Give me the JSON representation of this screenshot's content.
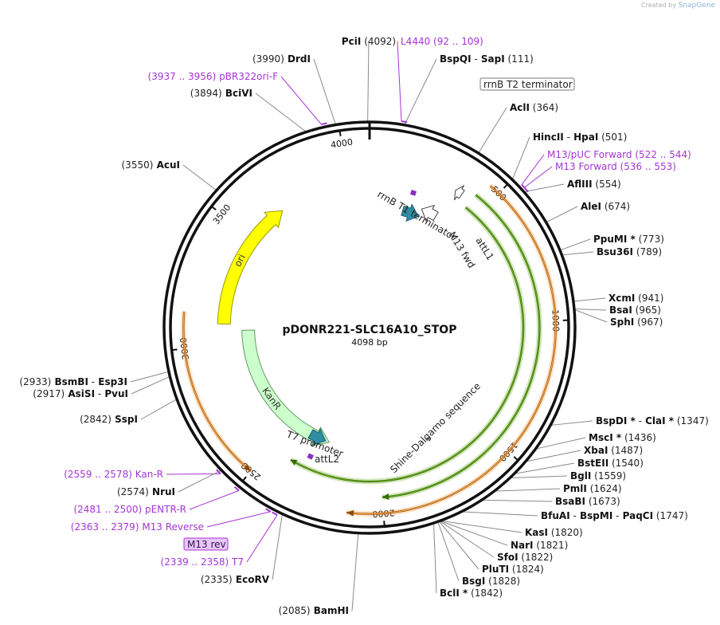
{
  "credit": {
    "prefix": "Created by",
    "brand": "SnapGene"
  },
  "plasmid": {
    "name": "pDONR221-SLC16A10_STOP",
    "size_label": "4098 bp",
    "length": 4098
  },
  "ticks": [
    {
      "pos": 500,
      "label": "500"
    },
    {
      "pos": 1000,
      "label": "1000"
    },
    {
      "pos": 1500,
      "label": "1500"
    },
    {
      "pos": 2000,
      "label": "2000"
    },
    {
      "pos": 2500,
      "label": "2500"
    },
    {
      "pos": 3000,
      "label": "3000"
    },
    {
      "pos": 3500,
      "label": "3500"
    },
    {
      "pos": 4000,
      "label": "4000"
    }
  ],
  "features": [
    {
      "name": "ori",
      "start": 3090,
      "end": 3680,
      "strand": "+",
      "ring": 0.72,
      "color": "#ffff00",
      "stroke": "#999900"
    },
    {
      "name": "KanR",
      "start": 2270,
      "end": 3060,
      "strand": "-",
      "ring": 0.6,
      "color": "#ccffcc",
      "stroke": "#669966"
    },
    {
      "name": "attL1",
      "start": 180,
      "end": 270,
      "strand": "+",
      "ring": 0.6,
      "color": "#2f8ca3",
      "stroke": "#1f5f70"
    },
    {
      "name": "attL2",
      "start": 2290,
      "end": 2380,
      "strand": "-",
      "ring": 0.6,
      "color": "#2f8ca3",
      "stroke": "#1f5f70"
    },
    {
      "name": "rrnB T1 terminator",
      "start": 270,
      "end": 350,
      "strand": "-",
      "ring": 0.64,
      "color": "#ffffff",
      "stroke": "#444444"
    },
    {
      "name": "rrnB T2 terminator",
      "start": 365,
      "end": 395,
      "strand": "-",
      "ring": 0.8,
      "color": "#ffffff",
      "stroke": "#444444"
    }
  ],
  "orfs": [
    {
      "start": 440,
      "end": 2400,
      "strand": "+",
      "ring": 0.76,
      "color": "#6aaa1a"
    },
    {
      "start": 440,
      "end": 2000,
      "strand": "+",
      "ring": 0.84,
      "color": "#6aaa1a"
    },
    {
      "start": 460,
      "end": 2130,
      "strand": "+",
      "ring": 0.92,
      "color": "#ffa64d"
    },
    {
      "start": 2500,
      "end": 3130,
      "strand": "-",
      "ring": 0.92,
      "color": "#ffa64d"
    }
  ],
  "inner_labels": [
    {
      "text": "rrnB T1 terminator"
    },
    {
      "text": "M13 fwd"
    },
    {
      "text": "attL1"
    },
    {
      "text": "Shine-Dalgarno sequence"
    },
    {
      "text": "T7 promoter"
    },
    {
      "text": "attL2"
    }
  ],
  "box_labels": [
    {
      "text": "rrnB T2 terminator",
      "style": "plain"
    },
    {
      "text": "M13 rev",
      "style": "purple"
    }
  ],
  "sites": [
    {
      "num": "(4092)",
      "name": "PciI",
      "pos": 4092,
      "kind": "enzyme"
    },
    {
      "name": "L4440",
      "range": "(92 .. 109)",
      "pos": 100,
      "kind": "primer"
    },
    {
      "name": "BspQI",
      "sep": "-",
      "name2": "SapI",
      "num": "(111)",
      "pos": 111,
      "kind": "enzyme"
    },
    {
      "num": "(3990)",
      "name": "DrdI",
      "pos": 3990,
      "kind": "enzyme"
    },
    {
      "range": "(3937 .. 3956)",
      "name": "pBR322ori-F",
      "pos": 3946,
      "kind": "primer"
    },
    {
      "num": "(3894)",
      "name": "BciVI",
      "pos": 3894,
      "kind": "enzyme"
    },
    {
      "name": "AclI",
      "num": "(364)",
      "pos": 364,
      "kind": "enzyme"
    },
    {
      "name": "HincII",
      "sep": "-",
      "name2": "HpaI",
      "num": "(501)",
      "pos": 501,
      "kind": "enzyme"
    },
    {
      "name": "M13/pUC Forward",
      "range": "(522 .. 544)",
      "pos": 533,
      "kind": "primer"
    },
    {
      "name": "M13 Forward",
      "range": "(536 .. 553)",
      "pos": 545,
      "kind": "primer"
    },
    {
      "name": "AflIII",
      "num": "(554)",
      "pos": 554,
      "kind": "enzyme"
    },
    {
      "num": "(3550)",
      "name": "AcuI",
      "pos": 3550,
      "kind": "enzyme"
    },
    {
      "name": "AleI",
      "num": "(674)",
      "pos": 674,
      "kind": "enzyme"
    },
    {
      "name": "PpuMI *",
      "num": "(773)",
      "pos": 773,
      "kind": "enzyme"
    },
    {
      "name": "Bsu36I",
      "num": "(789)",
      "pos": 789,
      "kind": "enzyme"
    },
    {
      "name": "XcmI",
      "num": "(941)",
      "pos": 941,
      "kind": "enzyme"
    },
    {
      "name": "BsaI",
      "num": "(965)",
      "pos": 965,
      "kind": "enzyme"
    },
    {
      "name": "SphI",
      "num": "(967)",
      "pos": 967,
      "kind": "enzyme"
    },
    {
      "num": "(2933)",
      "name": "BsmBI",
      "sep": "-",
      "name2": "Esp3I",
      "pos": 2933,
      "kind": "enzyme"
    },
    {
      "num": "(2917)",
      "name": "AsiSI",
      "sep": "-",
      "name2": "PvuI",
      "pos": 2917,
      "kind": "enzyme"
    },
    {
      "num": "(2842)",
      "name": "SspI",
      "pos": 2842,
      "kind": "enzyme"
    },
    {
      "name": "BspDI *",
      "sep": "-",
      "name2": "ClaI *",
      "num": "(1347)",
      "pos": 1347,
      "kind": "enzyme"
    },
    {
      "name": "MscI *",
      "num": "(1436)",
      "pos": 1436,
      "kind": "enzyme"
    },
    {
      "name": "XbaI",
      "num": "(1487)",
      "pos": 1487,
      "kind": "enzyme"
    },
    {
      "name": "BstEII",
      "num": "(1540)",
      "pos": 1540,
      "kind": "enzyme"
    },
    {
      "name": "BglI",
      "num": "(1559)",
      "pos": 1559,
      "kind": "enzyme"
    },
    {
      "name": "PmlI",
      "num": "(1624)",
      "pos": 1624,
      "kind": "enzyme"
    },
    {
      "name": "BsaBI",
      "num": "(1673)",
      "pos": 1673,
      "kind": "enzyme"
    },
    {
      "name": "BfuAI",
      "sep": "-",
      "name2": "BspMI",
      "sep2": "-",
      "name3": "PaqCI",
      "num": "(1747)",
      "pos": 1747,
      "kind": "enzyme"
    },
    {
      "name": "KasI",
      "num": "(1820)",
      "pos": 1820,
      "kind": "enzyme"
    },
    {
      "name": "NarI",
      "num": "(1821)",
      "pos": 1821,
      "kind": "enzyme"
    },
    {
      "name": "SfoI",
      "num": "(1822)",
      "pos": 1822,
      "kind": "enzyme"
    },
    {
      "name": "PluTI",
      "num": "(1824)",
      "pos": 1824,
      "kind": "enzyme"
    },
    {
      "name": "BsgI",
      "num": "(1828)",
      "pos": 1828,
      "kind": "enzyme"
    },
    {
      "name": "BclI *",
      "num": "(1842)",
      "pos": 1842,
      "kind": "enzyme"
    },
    {
      "range": "(2559 .. 2578)",
      "name": "Kan-R",
      "pos": 2568,
      "kind": "primer"
    },
    {
      "num": "(2574)",
      "name": "NruI",
      "pos": 2574,
      "kind": "enzyme"
    },
    {
      "range": "(2481 .. 2500)",
      "name": "pENTR-R",
      "pos": 2490,
      "kind": "primer"
    },
    {
      "range": "(2363 .. 2379)",
      "name": "M13 Reverse",
      "pos": 2371,
      "kind": "primer"
    },
    {
      "range": "(2339 .. 2358)",
      "name": "T7",
      "pos": 2348,
      "kind": "primer"
    },
    {
      "num": "(2335)",
      "name": "EcoRV",
      "pos": 2335,
      "kind": "enzyme"
    },
    {
      "num": "(2085)",
      "name": "BamHI",
      "pos": 2085,
      "kind": "enzyme"
    }
  ]
}
